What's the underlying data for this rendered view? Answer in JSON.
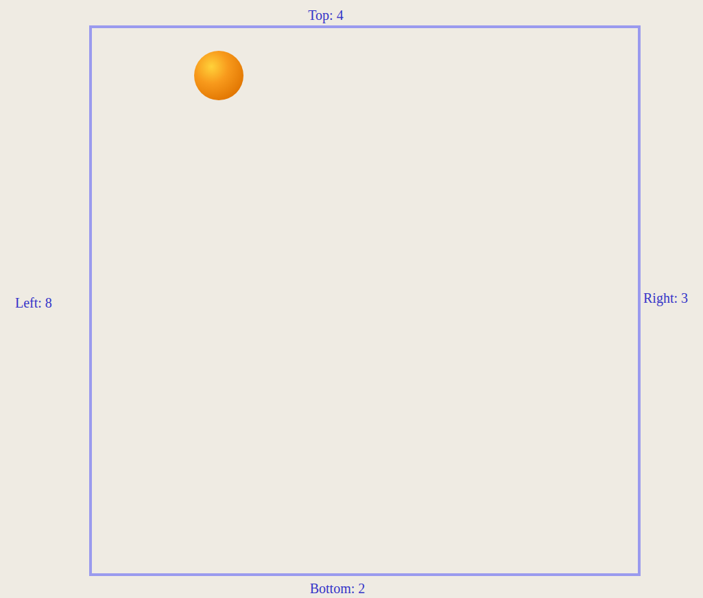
{
  "diagram": {
    "labels": [
      "Top: 4",
      "Left: 8",
      "Right: 3",
      "Bottom: 2"
    ]
  }
}
